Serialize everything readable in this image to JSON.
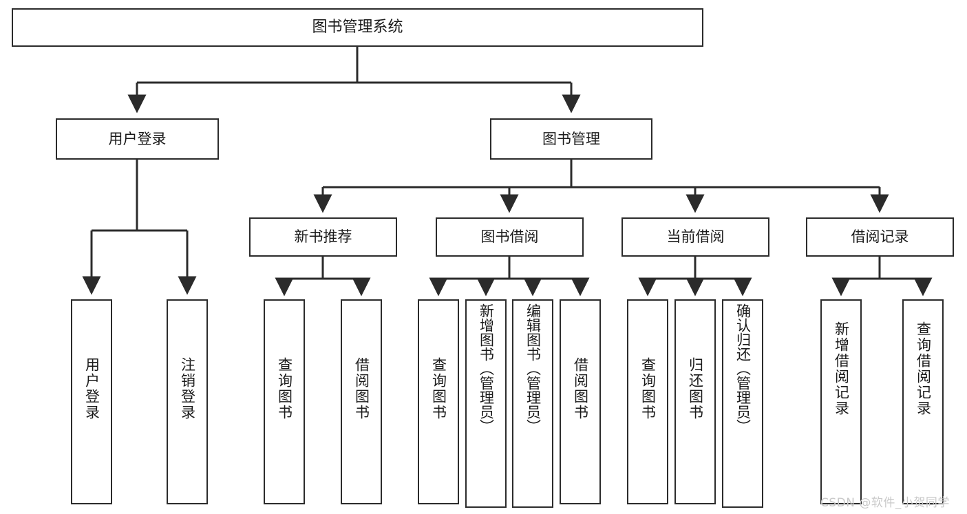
{
  "diagram": {
    "title": "图书管理系统",
    "type": "tree-hierarchy-chart",
    "background_color": "#ffffff",
    "line_color": "#2b2b2b",
    "box_fill": "#ffffff",
    "watermark": "CSDN @软件_小贺同学"
  },
  "nodes": {
    "root": {
      "label": "图书管理系统"
    },
    "level2": [
      {
        "id": "user-login",
        "label": "用户登录"
      },
      {
        "id": "book-management",
        "label": "图书管理"
      }
    ],
    "level3": [
      {
        "id": "new-book-recommend",
        "label": "新书推荐"
      },
      {
        "id": "book-borrow",
        "label": "图书借阅"
      },
      {
        "id": "current-borrow",
        "label": "当前借阅"
      },
      {
        "id": "borrow-record",
        "label": "借阅记录"
      }
    ],
    "leaves": {
      "user_login": [
        {
          "id": "leaf-user-login",
          "label": "用户登录"
        },
        {
          "id": "leaf-logout-login",
          "label": "注销登录"
        }
      ],
      "new_book_recommend": [
        {
          "id": "leaf-query-book-1",
          "label": "查询图书"
        },
        {
          "id": "leaf-borrow-book-1",
          "label": "借阅图书"
        }
      ],
      "book_borrow": [
        {
          "id": "leaf-query-book-2",
          "label": "查询图书"
        },
        {
          "id": "leaf-add-book",
          "label": "新增图书（管理员）"
        },
        {
          "id": "leaf-edit-book",
          "label": "编辑图书（管理员）"
        },
        {
          "id": "leaf-borrow-book-2",
          "label": "借阅图书"
        }
      ],
      "current_borrow": [
        {
          "id": "leaf-query-book-3",
          "label": "查询图书"
        },
        {
          "id": "leaf-return-book",
          "label": "归还图书"
        },
        {
          "id": "leaf-confirm-return",
          "label": "确认归还（管理员）"
        }
      ],
      "borrow_record": [
        {
          "id": "leaf-add-record",
          "label": "新增借阅记录"
        },
        {
          "id": "leaf-query-record",
          "label": "查询借阅记录"
        }
      ]
    }
  }
}
